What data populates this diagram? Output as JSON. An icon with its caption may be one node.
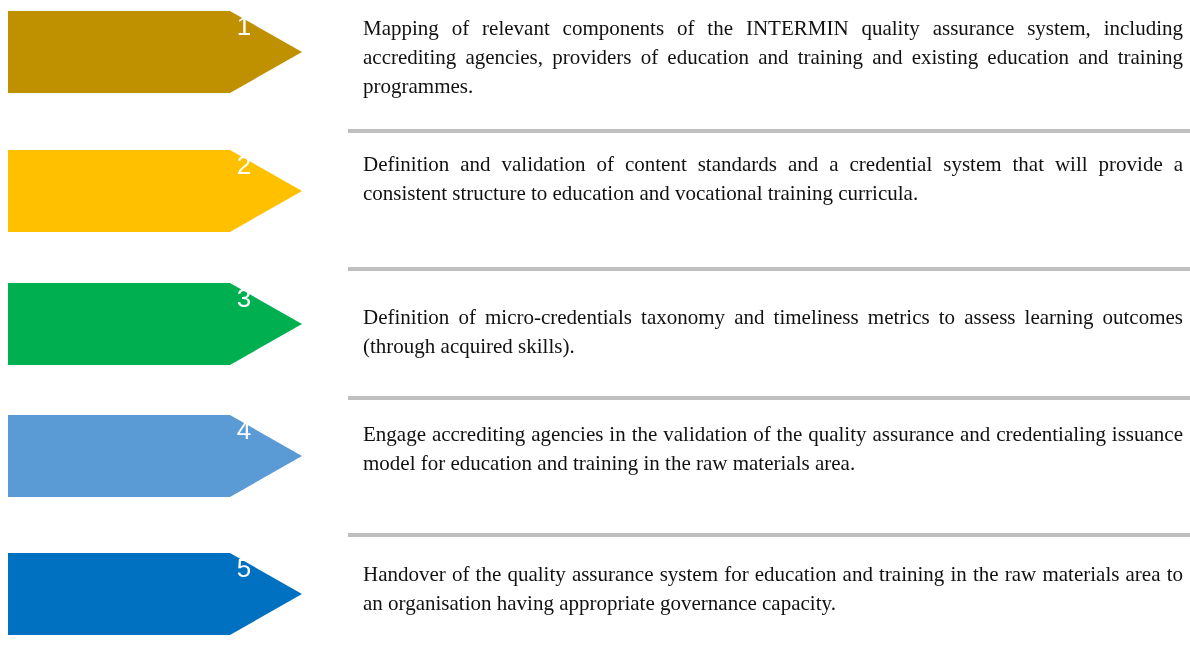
{
  "diagram": {
    "nodes": [
      {
        "text": [
          "1"
        ],
        "beside": [
          "Mapping of relevant components of the INTERMIN quality assurance system, including accrediting agencies, providers of education and training and existing education and training programmes."
        ]
      },
      {
        "text": [
          "2"
        ],
        "beside": [
          "Definition and validation of content standards and a credential system that will provide a consistent structure to education and vocational training curricula."
        ]
      },
      {
        "text": [
          "3"
        ],
        "beside": [
          "Definition of micro-credentials taxonomy and timeliness metrics to assess learning outcomes (through acquired skills)."
        ]
      },
      {
        "text": [
          "4"
        ],
        "beside": [
          "Engage accrediting agencies in the validation of the quality assurance and credentialing issuance model for education and training in the raw materials area."
        ]
      },
      {
        "text": [
          "5"
        ],
        "beside": [
          "Handover of the quality assurance system for education and training in the raw materials area to an organisation having appropriate governance capacity."
        ]
      }
    ]
  }
}
